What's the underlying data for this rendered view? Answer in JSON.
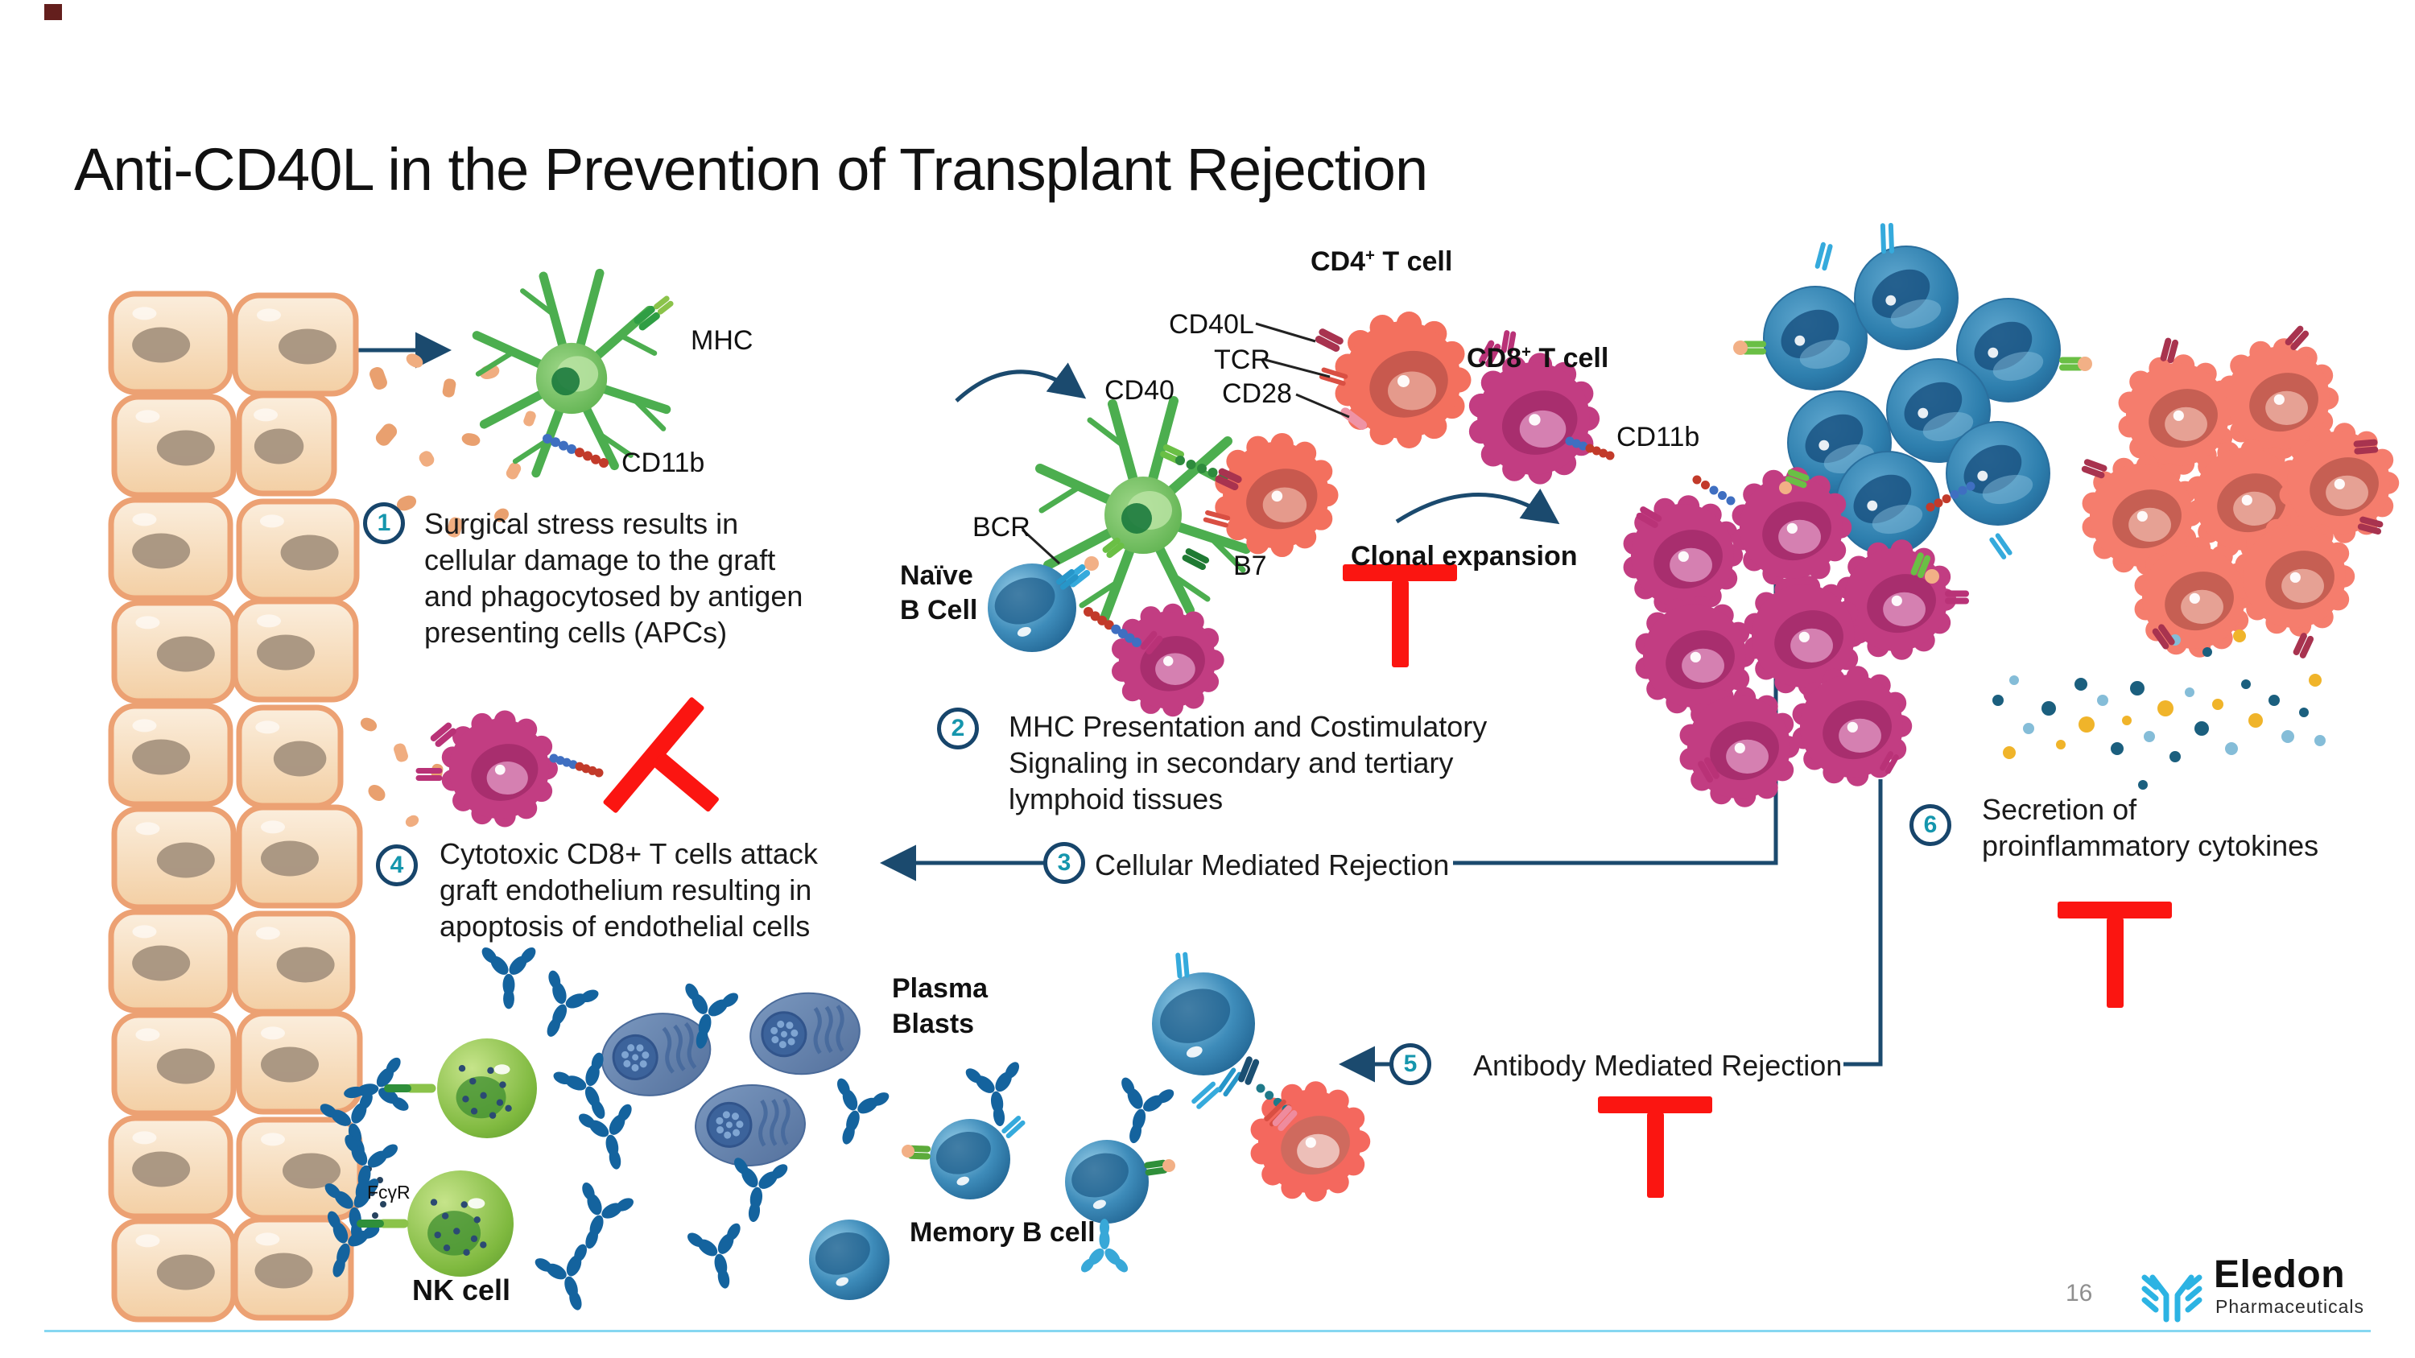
{
  "slide": {
    "title": "Anti-CD40L in the Prevention of Transplant Rejection",
    "page_number": "16",
    "logo": {
      "name": "Eledon",
      "subtitle": "Pharmaceuticals"
    }
  },
  "steps": [
    {
      "num": "1",
      "lines": [
        "Surgical stress results in",
        "cellular damage to the graft",
        "and phagocytosed by antigen",
        "presenting cells (APCs)"
      ]
    },
    {
      "num": "2",
      "lines": [
        "MHC Presentation and Costimulatory",
        "Signaling in secondary and tertiary",
        "lymphoid tissues"
      ]
    },
    {
      "num": "3",
      "lines": [
        "Cellular Mediated Rejection"
      ]
    },
    {
      "num": "4",
      "lines": [
        "Cytotoxic CD8+ T cells attack",
        "graft endothelium resulting in",
        "apoptosis of endothelial cells"
      ]
    },
    {
      "num": "5",
      "lines": [
        "Antibody Mediated Rejection"
      ]
    },
    {
      "num": "6",
      "lines": [
        "Secretion of",
        "proinflammatory cytokines"
      ]
    }
  ],
  "labels": {
    "mhc": "MHC",
    "cd11b_apc": "CD11b",
    "cd40": "CD40",
    "cd40l": "CD40L",
    "tcr": "TCR",
    "cd28": "CD28",
    "cd4_prefix": "CD4",
    "cd4_sup": "+",
    "cd4_suffix": " T cell",
    "cd8_prefix": "CD8",
    "cd8_sup": "+",
    "cd8_suffix": " T cell",
    "cd11b_t": "CD11b",
    "bcr": "BCR",
    "naive_b_line1": "Naïve",
    "naive_b_line2": "B Cell",
    "b7": "B7",
    "clonal_expansion": "Clonal expansion",
    "plasma_line1": "Plasma",
    "plasma_line2": "Blasts",
    "memory_b": "Memory B cell",
    "nk": "NK cell",
    "fcgr": "FcγR"
  },
  "colors": {
    "accent_navy": "#1b4a6e",
    "step_number_teal": "#1596ad",
    "inhibit_red": "#fb1511",
    "footer_line_blue": "#86d7f1",
    "tissue_peach": "#f6d7b4",
    "tissue_border": "#eca173",
    "apc_green": "#57b14b",
    "tcell_coral": "#f3705e",
    "tcell_magenta": "#c23d82",
    "bcell_blue": "#2d7cab",
    "nk_green": "#8dc63f",
    "antibody_navy": "#14639e",
    "cytokine_gold": "#f0b42a",
    "logo_cyan": "#2cb3e3"
  }
}
